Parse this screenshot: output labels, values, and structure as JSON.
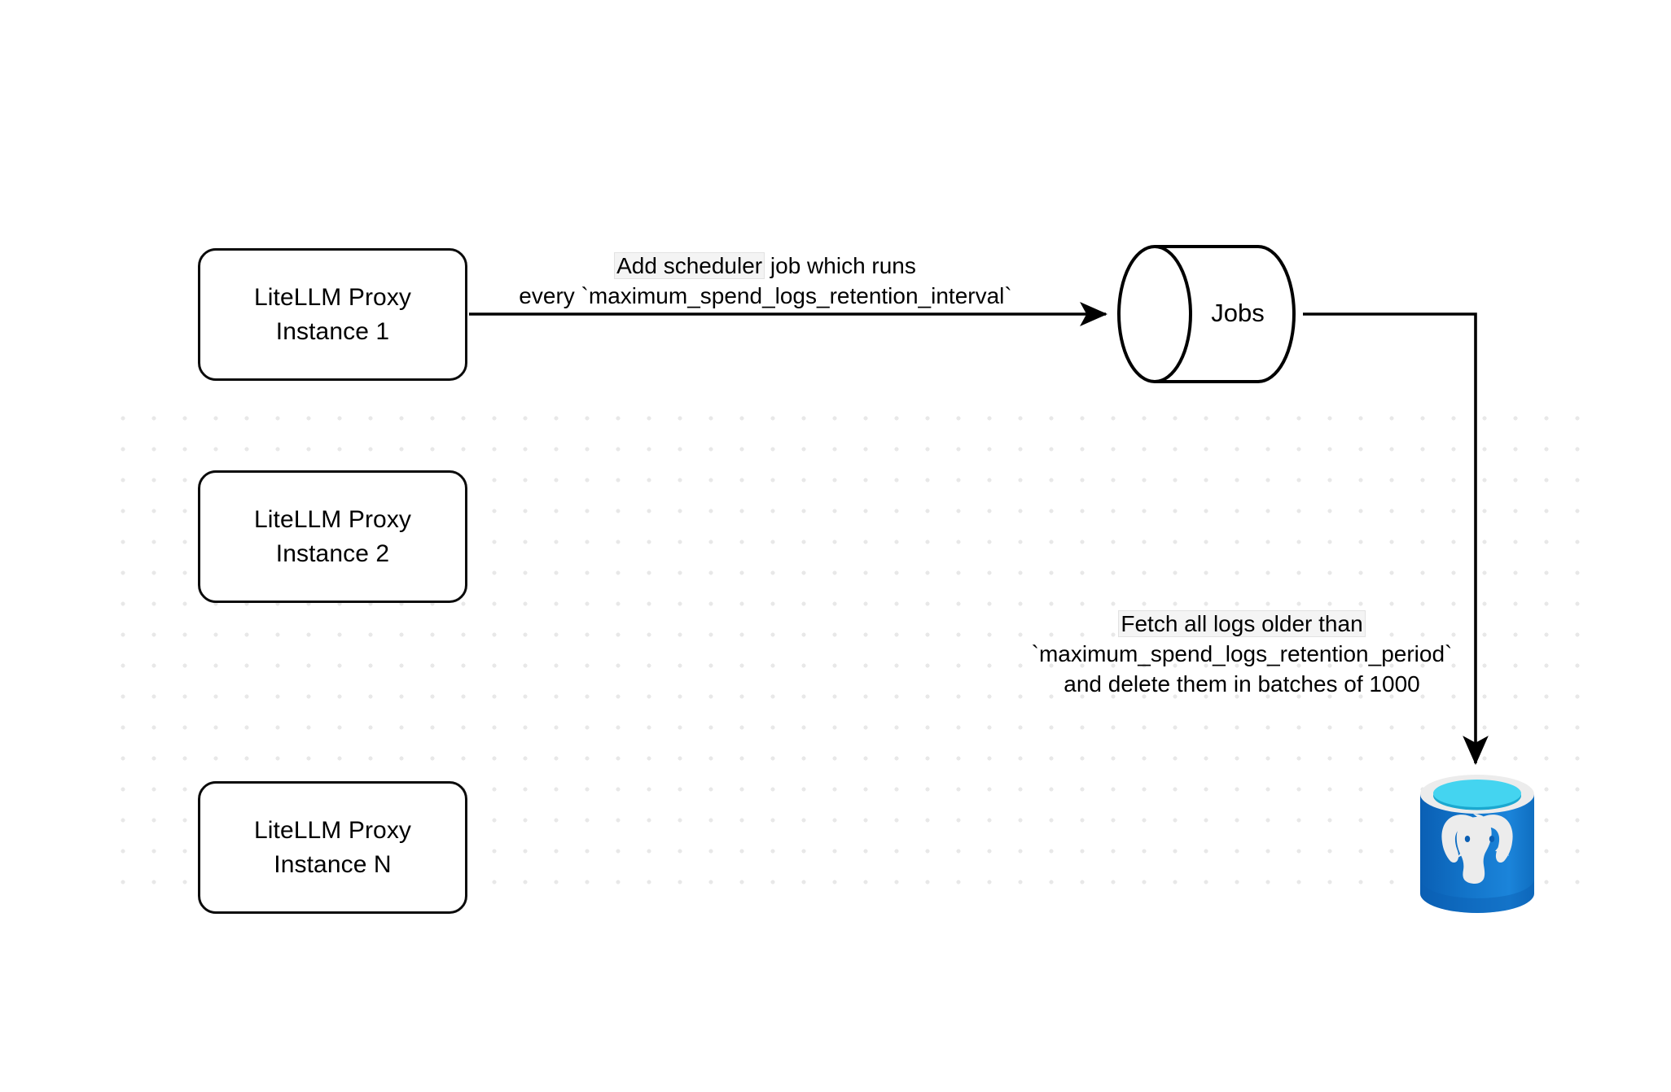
{
  "diagram": {
    "title": "LiteLLM spend-logs retention scheduler flow",
    "background": {
      "canvas_color": "#ffffff",
      "dot_grid_color": "#e8e8e8"
    },
    "nodes": [
      {
        "id": "proxy-1",
        "name": "litellm-proxy-instance-1",
        "shape": "rounded-rectangle",
        "line_1": "LiteLLM Proxy",
        "line_2": "Instance 1",
        "stroke": "#0b0b0b",
        "fill": "#ffffff"
      },
      {
        "id": "proxy-2",
        "name": "litellm-proxy-instance-2",
        "shape": "rounded-rectangle",
        "line_1": "LiteLLM Proxy",
        "line_2": "Instance 2",
        "stroke": "#0b0b0b",
        "fill": "#ffffff"
      },
      {
        "id": "proxy-3",
        "name": "litellm-proxy-instance-n",
        "shape": "rounded-rectangle",
        "line_1": "LiteLLM Proxy",
        "line_2": "Instance N",
        "stroke": "#0b0b0b",
        "fill": "#ffffff"
      },
      {
        "id": "jobs",
        "name": "jobs-queue-cylinder",
        "shape": "cylinder",
        "label": "Jobs",
        "stroke": "#000000",
        "fill": "#ffffff"
      },
      {
        "id": "postgres",
        "name": "postgres-database",
        "shape": "database-icon",
        "label": "",
        "body_color": "#1b7bd0",
        "body_color_dark": "#0a5fb4",
        "rim_color": "#ececec",
        "top_color": "#44d4f0",
        "top_inner_color": "#1ba8d0",
        "logo_color": "#ececec"
      }
    ],
    "edges": [
      {
        "id": "edge-proxy1-jobs",
        "name": "edge-proxy-to-jobs",
        "from": "proxy-1",
        "to": "jobs",
        "arrow": true,
        "color": "#000000",
        "label": {
          "line_1": "Add scheduler",
          "line_1_rest": " job which runs",
          "line_2": "every `maximum_spend_logs_retention_interval`",
          "highlight_first_phrase": true
        }
      },
      {
        "id": "edge-jobs-postgres",
        "name": "edge-jobs-to-postgres",
        "from": "jobs",
        "to": "postgres",
        "arrow": true,
        "color": "#000000",
        "routing": "elbow-right-down",
        "label": {
          "line_1": "Fetch all logs older than",
          "line_2": "`maximum_spend_logs_retention_period`",
          "line_3": "and delete them in batches of 1000",
          "highlight_first_phrase": true
        }
      }
    ]
  }
}
